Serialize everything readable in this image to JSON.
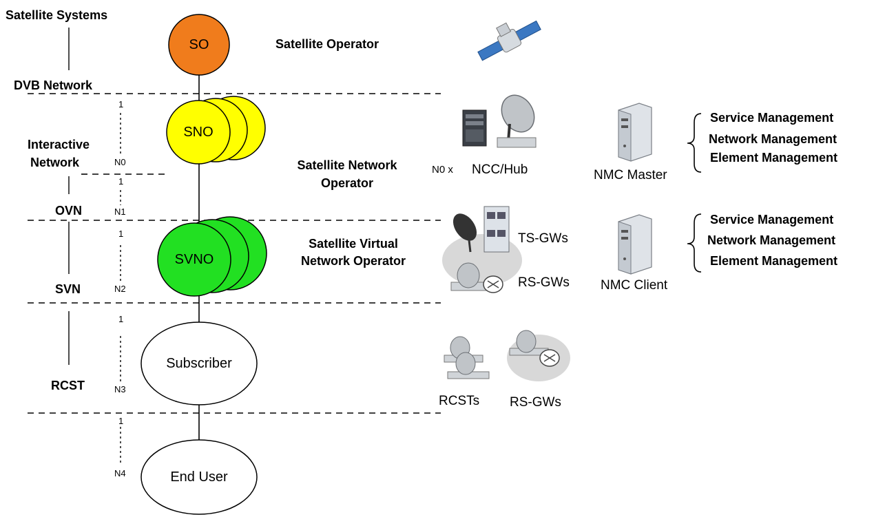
{
  "levels": {
    "satellite_systems": "Satellite Systems",
    "dvb_network": "DVB Network",
    "interactive_network": [
      "Interactive",
      "Network"
    ],
    "ovn": "OVN",
    "svn": "SVN",
    "rcst": "RCST"
  },
  "multiplicity": {
    "sno_top": "1",
    "sno_bottom": "N0",
    "ovn_top": "1",
    "ovn_bottom": "N1",
    "svn_top": "1",
    "svn_bottom": "N2",
    "rcst_top": "1",
    "rcst_bottom": "N3",
    "user_top": "1",
    "user_bottom": "N4"
  },
  "nodes": {
    "so": "SO",
    "sno": "SNO",
    "svno": "SVNO",
    "subscriber": "Subscriber",
    "end_user": "End User"
  },
  "roles": {
    "so": "Satellite Operator",
    "sno": [
      "Satellite Network",
      "Operator"
    ],
    "svno": [
      "Satellite Virtual",
      "Network Operator"
    ]
  },
  "devices": {
    "n0x": "N0 x",
    "ncc_hub": "NCC/Hub",
    "nmc_master": "NMC Master",
    "ts_gws": "TS-GWs",
    "rs_gws_svn": "RS-GWs",
    "nmc_client": "NMC Client",
    "rcsts": "RCSTs",
    "rs_gws_rcst": "RS-GWs"
  },
  "management": {
    "master": [
      "Service Management",
      "Network Management",
      "Element Management"
    ],
    "client": [
      "Service Management",
      "Network Management",
      "Element Management"
    ]
  },
  "colors": {
    "so": "#f07c1c",
    "sno": "#ffff00",
    "svno": "#22e022",
    "server_body": "#eef1f4",
    "dish": "#c0c4c8",
    "cloud": "#d8d8d8"
  }
}
